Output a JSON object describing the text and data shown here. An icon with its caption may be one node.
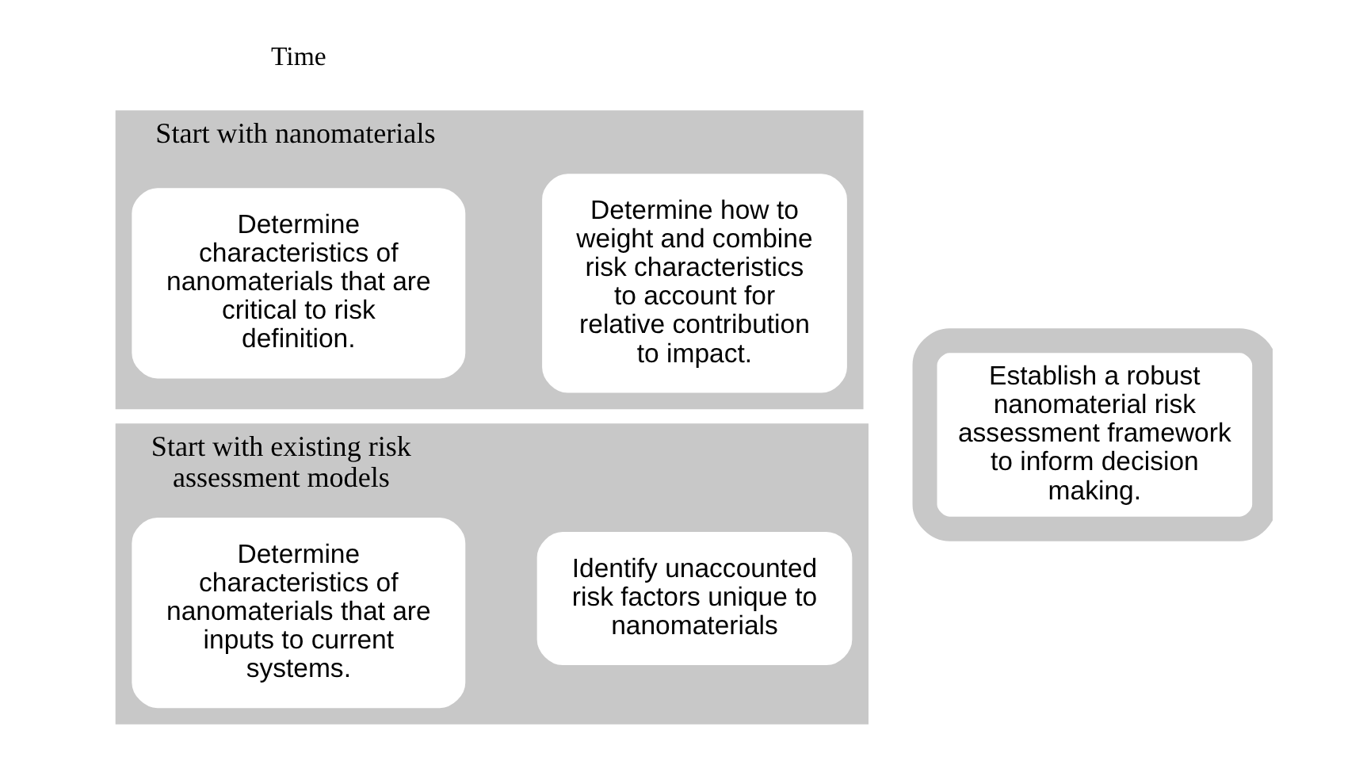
{
  "diagram": {
    "nodes": [
      {
        "text": [
          "Start with nanomaterials"
        ]
      },
      {
        "text": [
          "Determine characteristics of nanomaterials that are critical to risk definition."
        ],
        "in": 0
      },
      {
        "text": [
          "Determine how to weight and combine risk characteristics to account for relative contribution to impact."
        ],
        "in": 0
      },
      {
        "text": [
          "Start with existing risk assessment models"
        ]
      },
      {
        "text": [
          "Determine characteristics of nanomaterials that are inputs to current systems."
        ],
        "in": 3
      },
      {
        "text": [
          "Identify unaccounted risk factors unique to nanomaterials"
        ],
        "in": 3
      },
      {
        "text": [
          "Establish a robust nanomaterial risk assessment framework to inform decision making."
        ]
      }
    ],
    "labels": [
      "Time"
    ]
  }
}
